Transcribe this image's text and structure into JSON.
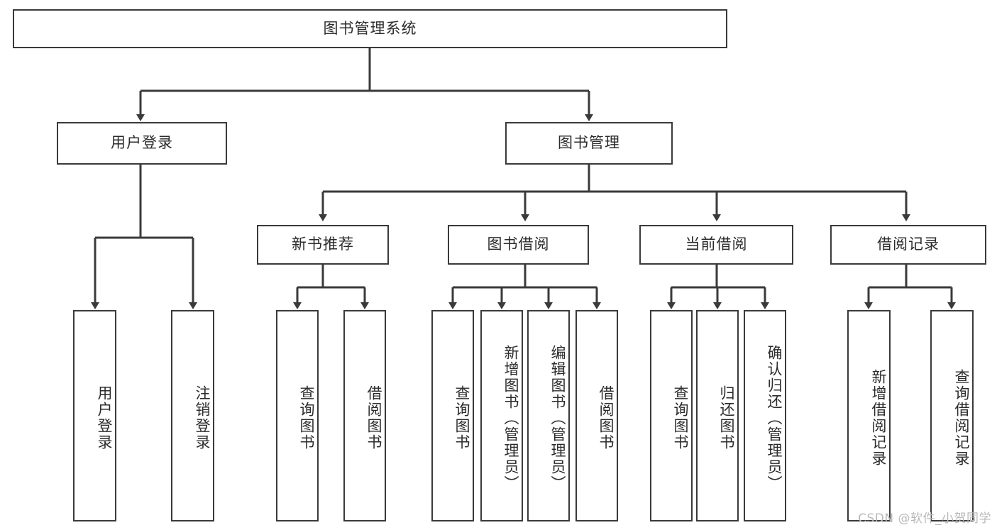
{
  "diagram": {
    "title": "图书管理系统",
    "type": "tree",
    "watermark": "CSDN @软件_小贺同学",
    "colors": {
      "box_border": "#3a3a3a",
      "connector": "#3a3a3a",
      "text": "#2b2b2b",
      "background": "#ffffff",
      "watermark": "#b9b9b9"
    },
    "root": {
      "label": "图书管理系统"
    },
    "level2": [
      {
        "label": "用户登录"
      },
      {
        "label": "图书管理"
      }
    ],
    "level3": [
      {
        "label": "新书推荐"
      },
      {
        "label": "图书借阅"
      },
      {
        "label": "当前借阅"
      },
      {
        "label": "借阅记录"
      }
    ],
    "leaves": {
      "user_login": [
        {
          "label": "用户登录"
        },
        {
          "label": "注销登录"
        }
      ],
      "new_book": [
        {
          "label": "查询图书"
        },
        {
          "label": "借阅图书"
        }
      ],
      "book_borrow": [
        {
          "label": "查询图书"
        },
        {
          "label": "新增图书（管理员）"
        },
        {
          "label": "编辑图书（管理员）"
        },
        {
          "label": "借阅图书"
        }
      ],
      "current_borrow": [
        {
          "label": "查询图书"
        },
        {
          "label": "归还图书"
        },
        {
          "label": "确认归还（管理员）"
        }
      ],
      "borrow_record": [
        {
          "label": "新增借阅记录"
        },
        {
          "label": "查询借阅记录"
        }
      ]
    }
  }
}
